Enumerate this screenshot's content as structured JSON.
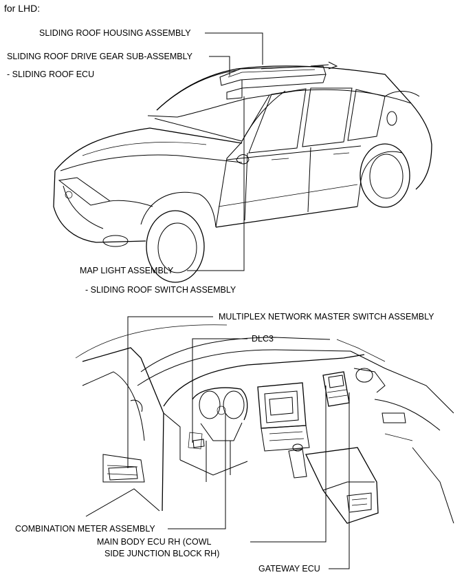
{
  "header": "for LHD:",
  "labels": {
    "sliding_roof_housing": "SLIDING ROOF HOUSING ASSEMBLY",
    "sliding_roof_drive_gear": "SLIDING ROOF DRIVE GEAR SUB-ASSEMBLY",
    "sliding_roof_ecu": "- SLIDING ROOF ECU",
    "map_light": "MAP LIGHT ASSEMBLY",
    "sliding_roof_switch": "- SLIDING ROOF SWITCH ASSEMBLY",
    "multiplex_master_switch": "MULTIPLEX NETWORK MASTER SWITCH ASSEMBLY",
    "dlc3": "DLC3",
    "combination_meter": "COMBINATION METER ASSEMBLY",
    "main_body_ecu_line1": "MAIN BODY ECU RH (COWL",
    "main_body_ecu_line2": "SIDE JUNCTION BLOCK RH)",
    "gateway_ecu": "GATEWAY ECU"
  }
}
